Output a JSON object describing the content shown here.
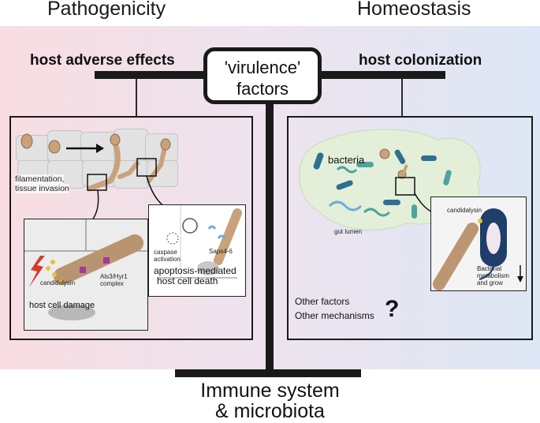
{
  "headings": {
    "left": "Pathogenicity",
    "right": "Homeostasis",
    "bottom_line1": "Immune system",
    "bottom_line2": "& microbiota"
  },
  "center_box": {
    "line1": "'virulence'",
    "line2": "factors"
  },
  "branch_labels": {
    "left": "host adverse effects",
    "right": "host colonization"
  },
  "left_panel": {
    "filamentation": "filamentation,",
    "tissue_invasion": "tissue invasion",
    "candidalysin": "candidalysin",
    "als3_line1": "Als3/Hyr1",
    "als3_line2": "complex",
    "host_cell_damage": "host cell damage",
    "caspase_line1": "caspase",
    "caspase_line2": "activation",
    "saps": "Saps4-6",
    "apoptosis_line1": "apoptosis-mediated",
    "apoptosis_line2": "host cell death"
  },
  "right_panel": {
    "bacteria": "bacteria",
    "gut_lumen": "gut lumen",
    "candidalysin": "candidalysin",
    "bact_line1": "Bacterial",
    "bact_line2": "metabolism",
    "bact_line3": "and grow",
    "other_factors": "Other factors",
    "other_mechanisms": "Other mechanisms",
    "question_mark": "?"
  },
  "colors": {
    "left_background": "#f8dde2",
    "right_background": "#dde7f5",
    "hyphae": "#c9a27c",
    "bacteria_blue": "#2f6f8f",
    "bacteria_teal": "#4fa3a0",
    "frame": "#1a1a1a"
  }
}
